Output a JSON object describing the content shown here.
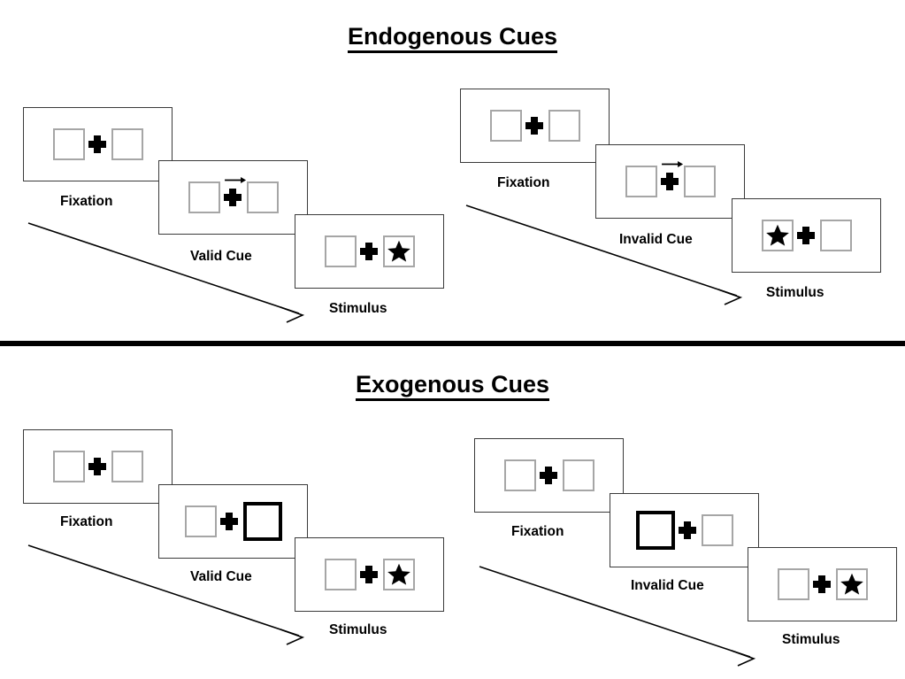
{
  "sections": [
    {
      "title": "Endogenous Cues",
      "sequences": [
        {
          "name": "valid",
          "frames": [
            {
              "label": "Fixation",
              "cue_type": "none",
              "cued_side": "none",
              "star_side": "none"
            },
            {
              "label": "Valid Cue",
              "cue_type": "arrow",
              "cued_side": "right",
              "star_side": "none"
            },
            {
              "label": "Stimulus",
              "cue_type": "none",
              "cued_side": "none",
              "star_side": "right"
            }
          ]
        },
        {
          "name": "invalid",
          "frames": [
            {
              "label": "Fixation",
              "cue_type": "none",
              "cued_side": "none",
              "star_side": "none"
            },
            {
              "label": "Invalid Cue",
              "cue_type": "arrow",
              "cued_side": "right",
              "star_side": "none"
            },
            {
              "label": "Stimulus",
              "cue_type": "none",
              "cued_side": "none",
              "star_side": "left"
            }
          ]
        }
      ]
    },
    {
      "title": "Exogenous Cues",
      "sequences": [
        {
          "name": "valid",
          "frames": [
            {
              "label": "Fixation",
              "cue_type": "none",
              "cued_side": "none",
              "star_side": "none"
            },
            {
              "label": "Valid Cue",
              "cue_type": "highlight",
              "cued_side": "right",
              "star_side": "none"
            },
            {
              "label": "Stimulus",
              "cue_type": "none",
              "cued_side": "none",
              "star_side": "right"
            }
          ]
        },
        {
          "name": "invalid",
          "frames": [
            {
              "label": "Fixation",
              "cue_type": "none",
              "cued_side": "none",
              "star_side": "none"
            },
            {
              "label": "Invalid Cue",
              "cue_type": "highlight",
              "cued_side": "left",
              "star_side": "none"
            },
            {
              "label": "Stimulus",
              "cue_type": "none",
              "cued_side": "none",
              "star_side": "right"
            }
          ]
        }
      ]
    }
  ],
  "icons": {
    "fixation_cross": "plus-icon",
    "cue_arrow": "arrow-right-icon",
    "target": "star-icon",
    "flow": "diagonal-arrow-icon"
  },
  "colors": {
    "ink": "#000000",
    "panel_border": "#3a3a3a",
    "square_border": "#a6a6a6",
    "cued_square_border": "#000000",
    "background": "#ffffff"
  }
}
